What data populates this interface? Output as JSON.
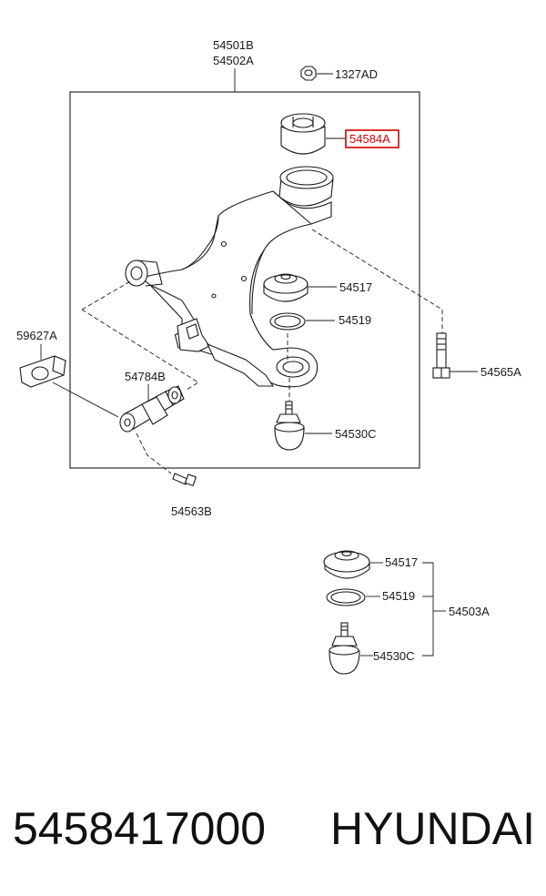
{
  "labels": {
    "arm_upper": "54501B",
    "arm_lower": "54502A",
    "nut": "1327AD",
    "bushing_highlight": "54584A",
    "dust_cover": "54517",
    "ring": "54519",
    "ball_joint": "54530C",
    "bolt_right": "54565A",
    "bracket": "59627A",
    "rear_bushing": "54784B",
    "bolt_bottom": "54563B",
    "kit_dust_cover": "54517",
    "kit_ring": "54519",
    "kit_ball_joint": "54530C",
    "kit_assembly": "54503A"
  },
  "footer": {
    "part_number": "5458417000",
    "brand": "HYUNDAI"
  },
  "colors": {
    "highlight": "#d40000",
    "line": "#1a1a1a"
  }
}
